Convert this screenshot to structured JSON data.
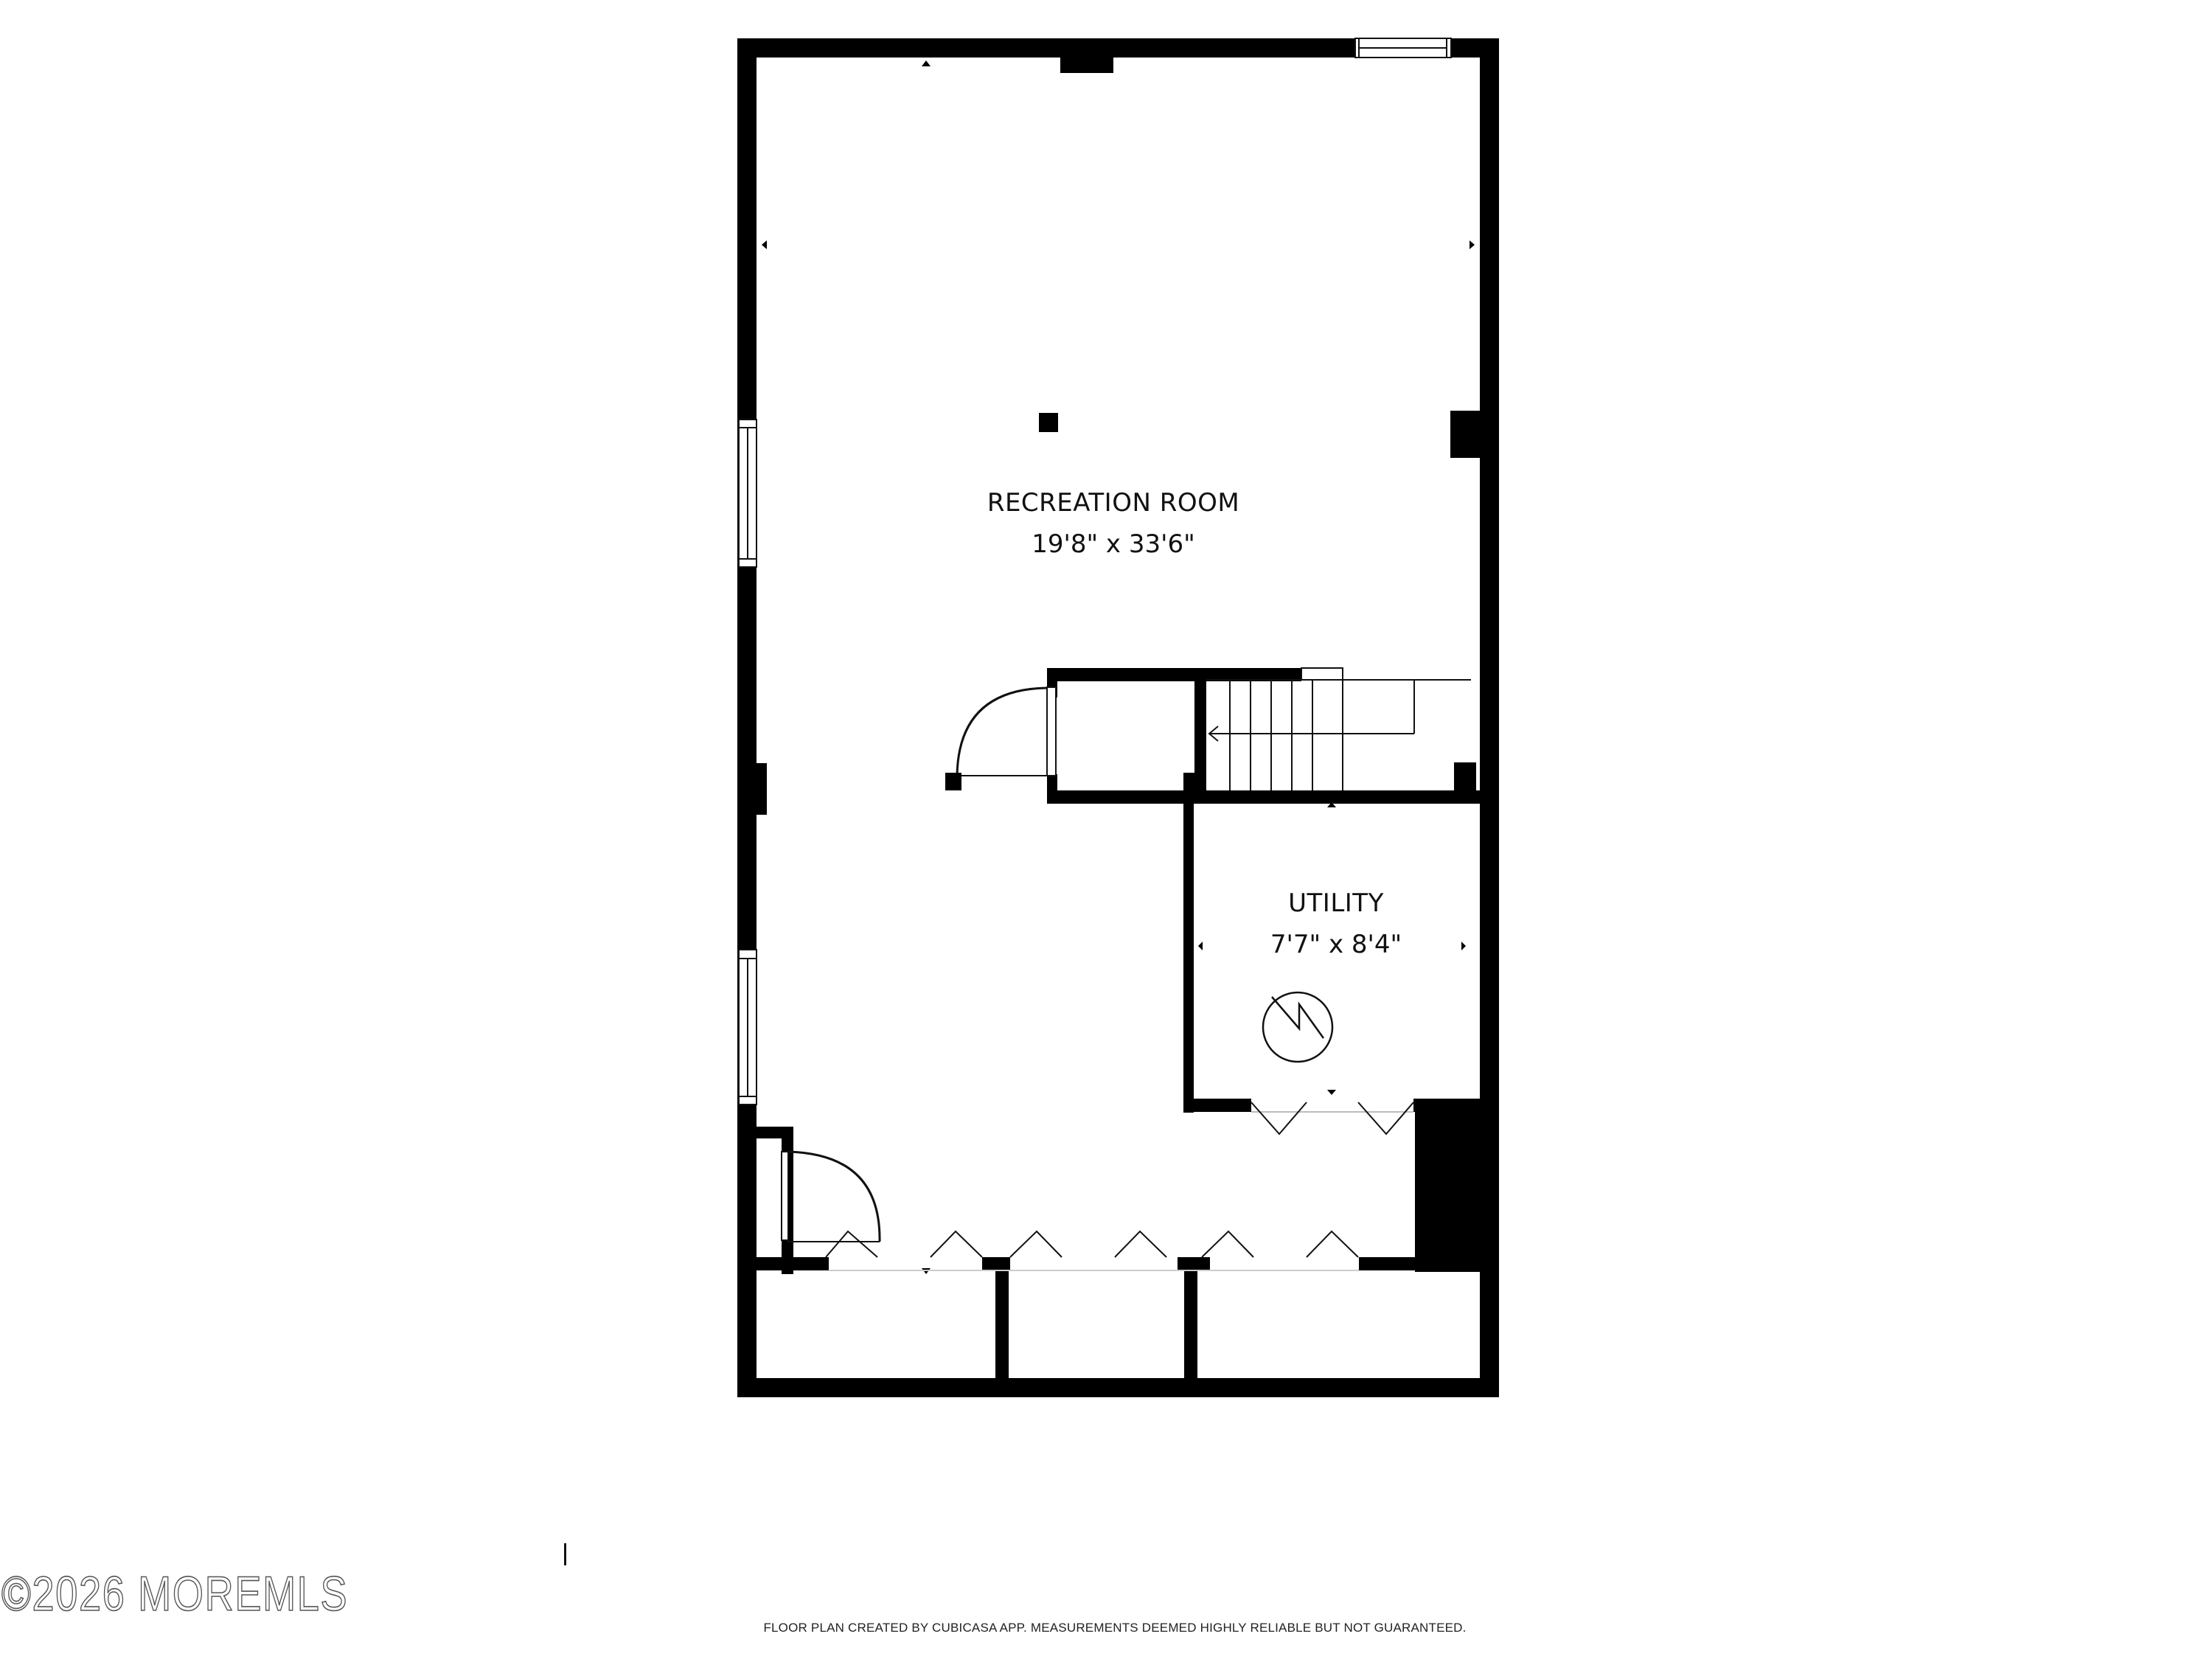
{
  "floor_plan": {
    "rooms": [
      {
        "name": "RECREATION ROOM",
        "dimensions": "19'8\" x 33'6\""
      },
      {
        "name": "UTILITY",
        "dimensions": "7'7\" x 8'4\""
      }
    ],
    "symbols": [
      {
        "type": "water-heater-icon",
        "room": "UTILITY"
      },
      {
        "type": "staircase",
        "direction": "left"
      }
    ],
    "colors": {
      "wall": "#000000",
      "background": "#ffffff",
      "line": "#111111"
    }
  },
  "footer": {
    "disclaimer": "FLOOR PLAN CREATED BY CUBICASA APP. MEASUREMENTS DEEMED HIGHLY RELIABLE BUT NOT GUARANTEED.",
    "watermark": "©2026 MOREMLS"
  }
}
